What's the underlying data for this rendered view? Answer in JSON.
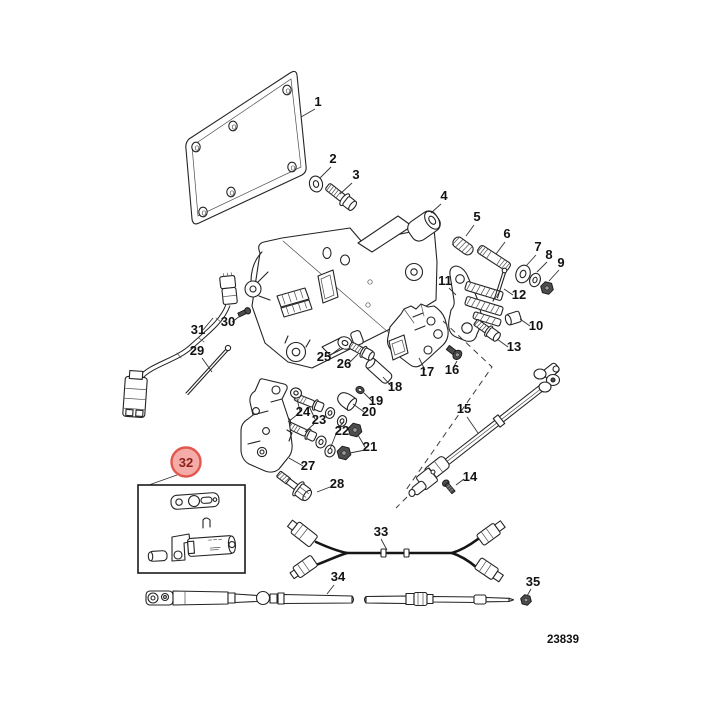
{
  "page": {
    "background": "#ffffff",
    "line_color": "#242424"
  },
  "drawing": {
    "number": "23839"
  },
  "highlight": {
    "label": "32",
    "circle_fill": "#f5aca8",
    "circle_stroke": "#e2574e",
    "label_color": "#8c211a",
    "meaning": "highlighted-callout"
  },
  "callouts": {
    "c1": "1",
    "c2": "2",
    "c3": "3",
    "c4": "4",
    "c5": "5",
    "c6": "6",
    "c7": "7",
    "c8": "8",
    "c9": "9",
    "c10": "10",
    "c11": "11",
    "c12": "12",
    "c13": "13",
    "c14": "14",
    "c15": "15",
    "c16": "16",
    "c17": "17",
    "c18": "18",
    "c19": "19",
    "c20": "20",
    "c21": "21",
    "c22": "22",
    "c23": "23",
    "c24": "24",
    "c25": "25",
    "c26": "26",
    "c27": "27",
    "c28": "28",
    "c29": "29",
    "c30": "30",
    "c31": "31",
    "c32": "32",
    "c33": "33",
    "c34": "34",
    "c35": "35"
  }
}
